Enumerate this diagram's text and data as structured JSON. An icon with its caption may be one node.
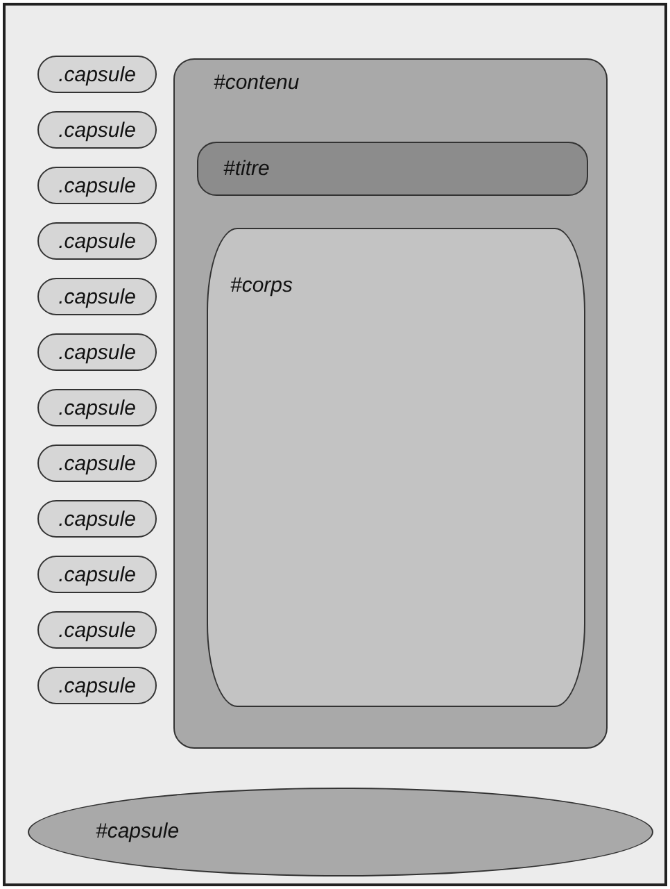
{
  "diagram": {
    "nodes": [
      {
        "text": [
          ".capsule"
        ]
      },
      {
        "text": [
          ".capsule"
        ]
      },
      {
        "text": [
          ".capsule"
        ]
      },
      {
        "text": [
          ".capsule"
        ]
      },
      {
        "text": [
          ".capsule"
        ]
      },
      {
        "text": [
          ".capsule"
        ]
      },
      {
        "text": [
          ".capsule"
        ]
      },
      {
        "text": [
          ".capsule"
        ]
      },
      {
        "text": [
          ".capsule"
        ]
      },
      {
        "text": [
          ".capsule"
        ]
      },
      {
        "text": [
          ".capsule"
        ]
      },
      {
        "text": [
          ".capsule"
        ]
      },
      {
        "text": [
          "#contenu"
        ]
      },
      {
        "text": [
          "#titre"
        ],
        "in": 12
      },
      {
        "text": [
          "#corps"
        ],
        "in": 12
      },
      {
        "text": [
          "#capsule"
        ]
      }
    ],
    "edges": []
  }
}
